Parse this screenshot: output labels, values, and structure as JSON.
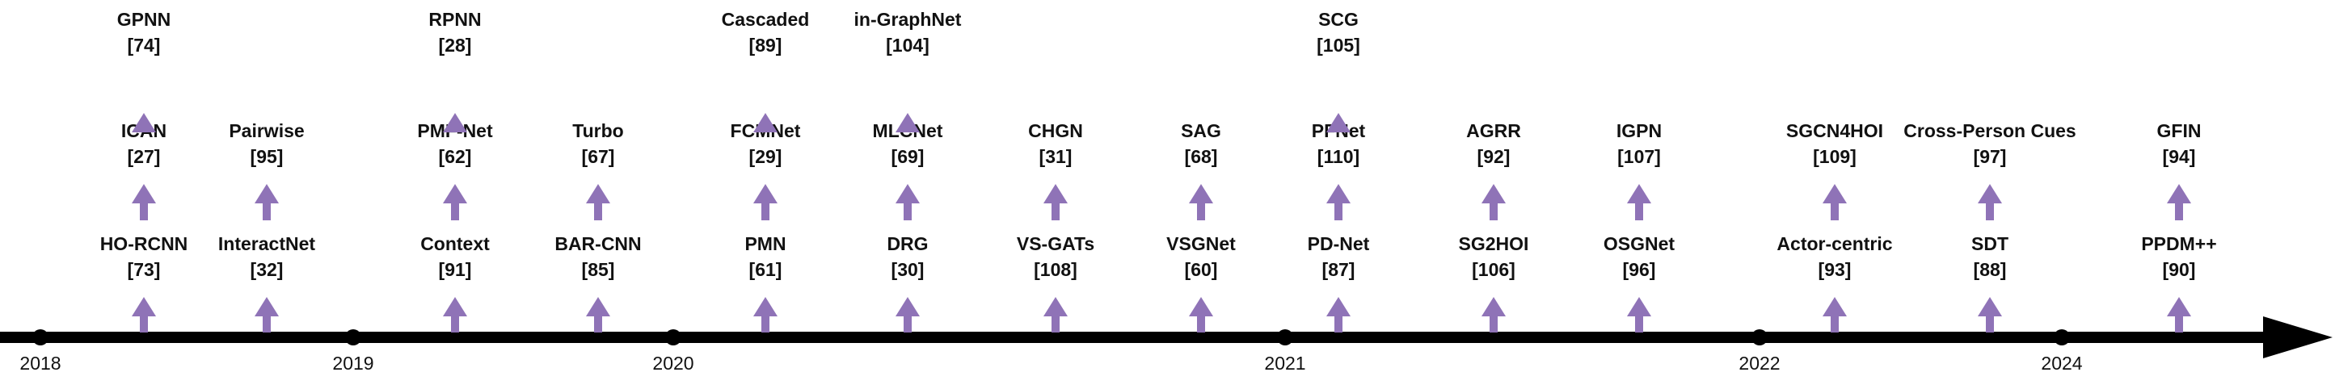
{
  "colors": {
    "timeline": "#000000",
    "arrow": "#8f73b7",
    "text": "#111111",
    "background": "#ffffff"
  },
  "years": [
    "2018",
    "2019",
    "2020",
    "2021",
    "2022",
    "2024"
  ],
  "columns": [
    {
      "entries": [
        {
          "name": "HO-RCNN",
          "ref": "[73]"
        },
        {
          "name": "ICAN",
          "ref": "[27]"
        },
        {
          "name": "GPNN",
          "ref": "[74]"
        }
      ]
    },
    {
      "entries": [
        {
          "name": "InteractNet",
          "ref": "[32]"
        },
        {
          "name": "Pairwise",
          "ref": "[95]"
        }
      ]
    },
    {
      "entries": [
        {
          "name": "Context",
          "ref": "[91]"
        },
        {
          "name": "PMF-Net",
          "ref": "[62]"
        },
        {
          "name": "RPNN",
          "ref": "[28]"
        }
      ]
    },
    {
      "entries": [
        {
          "name": "BAR-CNN",
          "ref": "[85]"
        },
        {
          "name": "Turbo",
          "ref": "[67]"
        }
      ]
    },
    {
      "entries": [
        {
          "name": "PMN",
          "ref": "[61]"
        },
        {
          "name": "FCMNet",
          "ref": "[29]"
        },
        {
          "name": "Cascaded",
          "ref": "[89]"
        }
      ]
    },
    {
      "entries": [
        {
          "name": "DRG",
          "ref": "[30]"
        },
        {
          "name": "MLCNet",
          "ref": "[69]"
        },
        {
          "name": "in-GraphNet",
          "ref": "[104]"
        }
      ]
    },
    {
      "entries": [
        {
          "name": "VS-GATs",
          "ref": "[108]"
        },
        {
          "name": "CHGN",
          "ref": "[31]"
        }
      ]
    },
    {
      "entries": [
        {
          "name": "VSGNet",
          "ref": "[60]"
        },
        {
          "name": "SAG",
          "ref": "[68]"
        }
      ]
    },
    {
      "entries": [
        {
          "name": "PD-Net",
          "ref": "[87]"
        },
        {
          "name": "PFNet",
          "ref": "[110]"
        },
        {
          "name": "SCG",
          "ref": "[105]"
        }
      ]
    },
    {
      "entries": [
        {
          "name": "SG2HOI",
          "ref": "[106]"
        },
        {
          "name": "AGRR",
          "ref": "[92]"
        }
      ]
    },
    {
      "entries": [
        {
          "name": "OSGNet",
          "ref": "[96]"
        },
        {
          "name": "IGPN",
          "ref": "[107]"
        }
      ]
    },
    {
      "entries": [
        {
          "name": "Actor-centric",
          "ref": "[93]"
        },
        {
          "name": "SGCN4HOI",
          "ref": "[109]"
        }
      ]
    },
    {
      "entries": [
        {
          "name": "SDT",
          "ref": "[88]"
        },
        {
          "name": "Cross-Person Cues",
          "ref": "[97]"
        }
      ]
    },
    {
      "entries": [
        {
          "name": "PPDM++",
          "ref": "[90]"
        },
        {
          "name": "GFIN",
          "ref": "[94]"
        }
      ]
    }
  ]
}
